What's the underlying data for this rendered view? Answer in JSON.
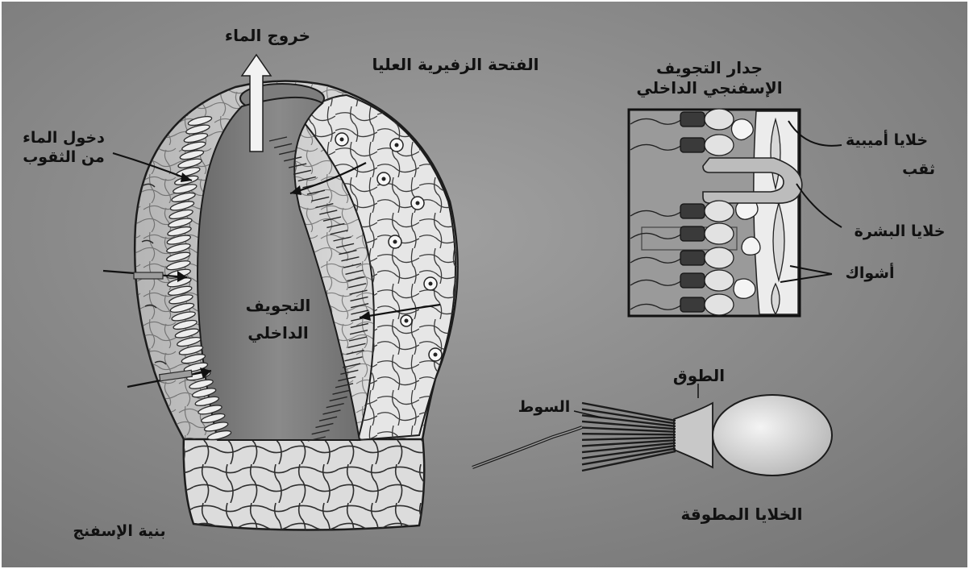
{
  "diagram": {
    "labels": {
      "water_out": "خروج الماء",
      "osculum": "الفتحة الزفيرية العليا",
      "water_in_line1": "دخول الماء",
      "water_in_line2": "من الثقوب",
      "spongocoel_line1": "التجويف",
      "spongocoel_line2": "الداخلي",
      "sponge_structure": "بنية الإسفنج",
      "inner_wall_line1": "جدار التجويف",
      "inner_wall_line2": "الإسفنجي الداخلي",
      "amoebocytes_line1": "خلايا أميبية",
      "amoebocytes_line2": "ثقب",
      "epidermal_cells": "خلايا البشرة",
      "spicules": "أشواك",
      "collar": "الطوق",
      "flagellum": "السوط",
      "collar_cells": "الخلايا المطوقة"
    }
  },
  "colors": {
    "background": "#8e8e8e",
    "outline": "#1c1c1c",
    "light_fill": "#e4e4e4",
    "cavity": "#7a7a7a",
    "arrow_fill": "#f2f2f2"
  }
}
